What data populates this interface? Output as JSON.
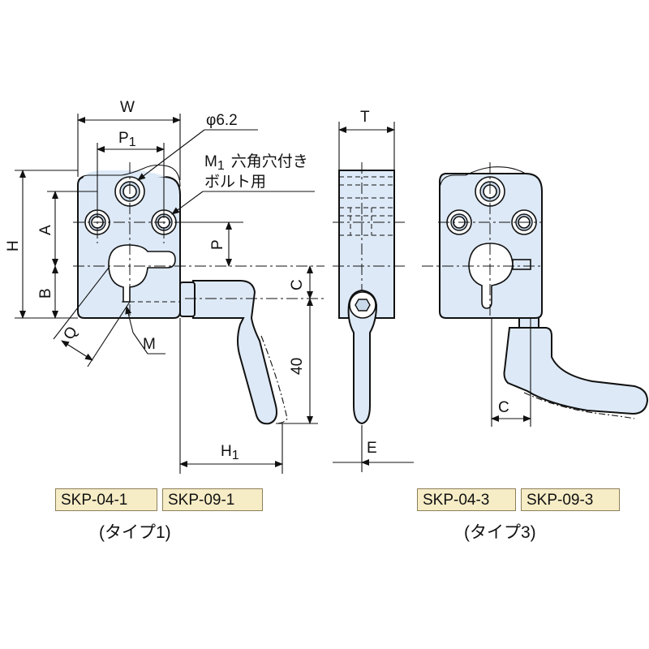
{
  "dimensions": {
    "W": "W",
    "P1": "P",
    "P1_sub": "1",
    "phi": "φ6.2",
    "M1_main": "M",
    "M1_sub": "1",
    "M1_note_line1": "六角穴付き",
    "M1_note_line2": "ボルト用",
    "H": "H",
    "A": "A",
    "B": "B",
    "P": "P",
    "Q": "Q",
    "M": "M",
    "T": "T",
    "C_left": "C",
    "forty": "40",
    "H1": "H",
    "H1_sub": "1",
    "E": "E",
    "C_right": "C"
  },
  "labels": {
    "type1_models": [
      "SKP-04-1",
      "SKP-09-1"
    ],
    "type1_caption": "(タイプ1)",
    "type3_models": [
      "SKP-04-3",
      "SKP-09-3"
    ],
    "type3_caption": "(タイプ3)"
  },
  "colors": {
    "part_fill": "#dde9f6",
    "model_box_fill": "#f6ecc6",
    "line": "#111111"
  }
}
